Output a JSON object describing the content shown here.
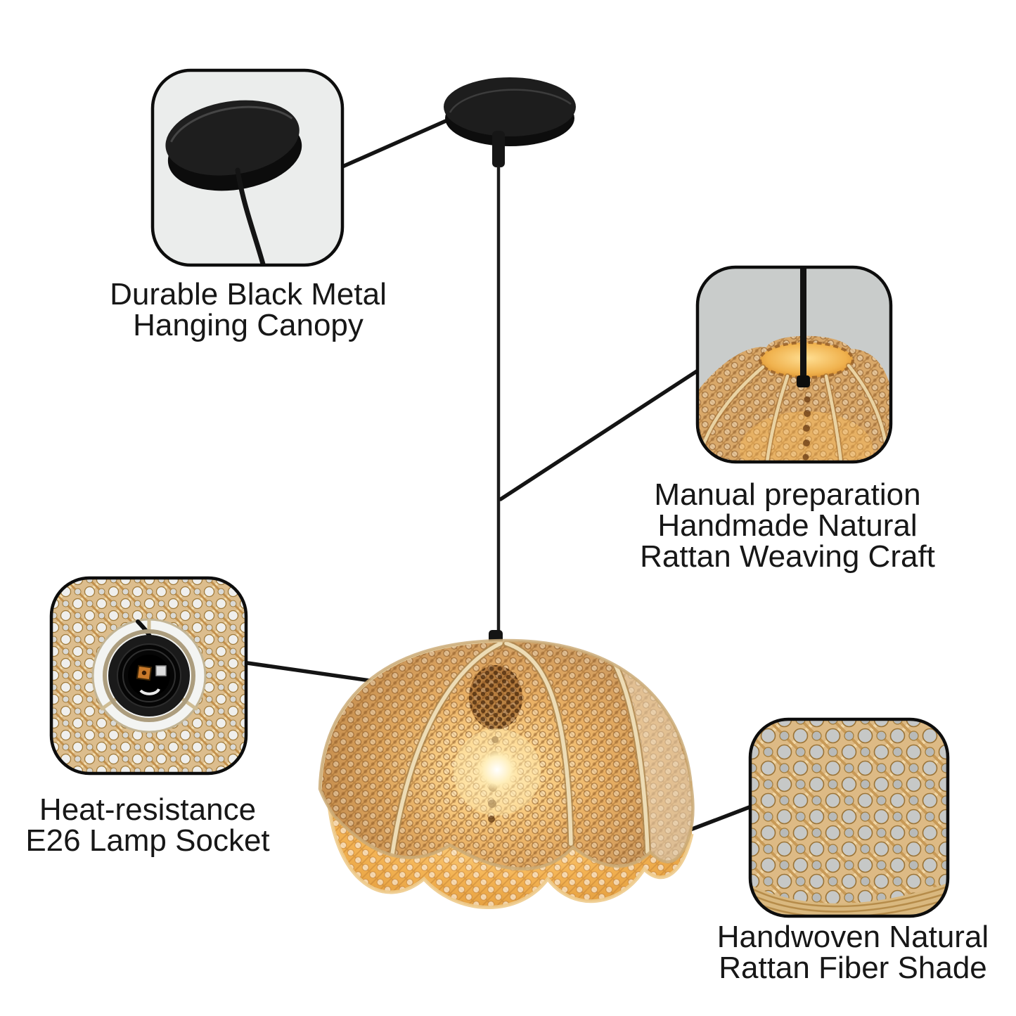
{
  "image": {
    "type": "product-infographic",
    "product": "Rattan Flower Pendant Lamp"
  },
  "colors": {
    "background": "#ffffff",
    "annotation_black": "#141414",
    "rattan_tan": "#d9a869",
    "glow_amber": "#ffd27a",
    "callout_gray_light": "#ebedec",
    "callout_gray_dark": "#c9cccb",
    "text": "#171717"
  },
  "callouts": [
    {
      "id": "hanging-canopy",
      "photo": "black-metal-ceiling-canopy",
      "lines": [
        "Durable Black Metal",
        "Hanging Canopy"
      ]
    },
    {
      "id": "weaving-craft",
      "photo": "rattan-shade-top-with-cord",
      "lines": [
        "Manual preparation",
        "Handmade Natural",
        "Rattan Weaving Craft"
      ]
    },
    {
      "id": "lamp-socket",
      "photo": "e26-socket-inside-shade",
      "lines": [
        "Heat-resistance",
        "E26 Lamp Socket"
      ]
    },
    {
      "id": "fiber-shade",
      "photo": "rattan-cane-weave-closeup",
      "lines": [
        "Handwoven Natural",
        "Rattan Fiber Shade"
      ]
    }
  ]
}
